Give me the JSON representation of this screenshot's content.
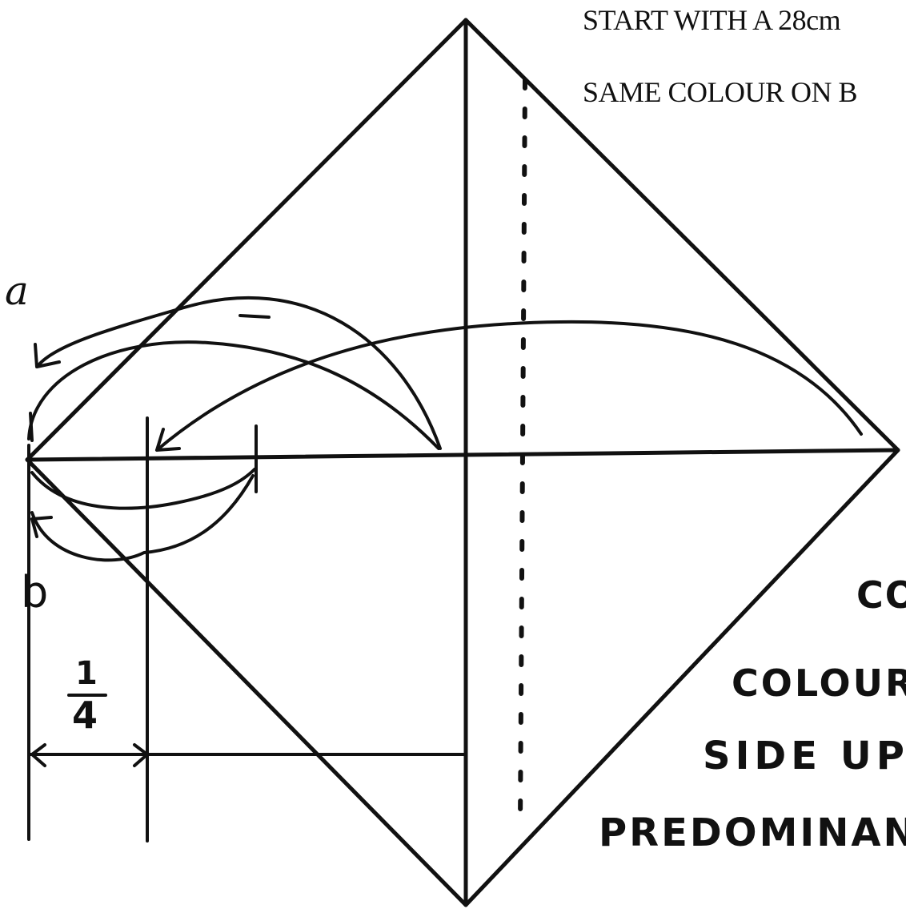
{
  "instructions": {
    "line1": "START WITH A 28cm",
    "line2": "SAME COLOUR ON B"
  },
  "labels": {
    "a": "a",
    "b": "b",
    "fraction_numerator": "1",
    "fraction_denominator": "4"
  },
  "handwritten_note": {
    "line1": "CO",
    "line2": "COLOURE",
    "line3": "SIDE UP",
    "line4": "PREDOMINAN"
  },
  "colors": {
    "ink": "#111111",
    "paper": "#ffffff"
  }
}
